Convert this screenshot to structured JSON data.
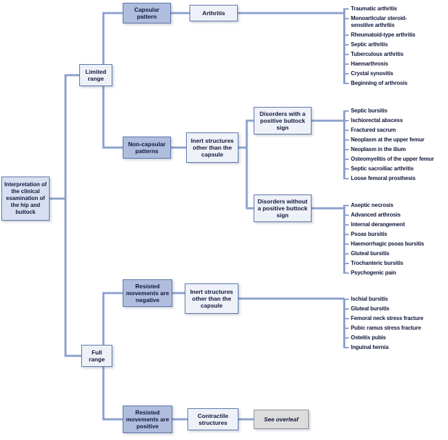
{
  "diagram": {
    "root": "Interpretation of the clinical examination of the hip and buttock",
    "level1": {
      "limited_range": "Limited range",
      "full_range": "Full range"
    },
    "level2": {
      "capsular_pattern": "Capsular pattern",
      "non_capsular_patterns": "Non-capsular patterns",
      "resisted_negative": "Resisted movements are negative",
      "resisted_positive": "Resisted movements are positive"
    },
    "level3": {
      "arthritis": "Arthritis",
      "inert_structures_limited": "Inert structures other than the capsule",
      "inert_structures_full": "Inert structures other than the capsule",
      "contractile_structures": "Contractile structures"
    },
    "level4": {
      "disorders_with_buttock_sign": "Disorders with a positive buttock sign",
      "disorders_without_buttock_sign": "Disorders without a positive buttock sign",
      "see_overleaf": "See overleaf"
    },
    "lists": {
      "arthritis_types": [
        "Traumatic arthritis",
        "Monoarticular steroid-sensitive arthritis",
        "Rheumatoid-type arthritis",
        "Septic arthritis",
        "Tuberculous arthritis",
        "Haemarthrosis",
        "Crystal synovitis",
        "Beginning of arthrosis"
      ],
      "positive_buttock_sign": [
        "Septic bursitis",
        "Ischiorectal abscess",
        "Fractured sacrum",
        "Neoplasm at the upper femur",
        "Neoplasm in the ilium",
        "Osteomyelitis of the upper femur",
        "Septic sacroiliac arthritis",
        "Loose femoral prosthesis"
      ],
      "negative_buttock_sign": [
        "Aseptic necrosis",
        "Advanced arthrosis",
        "Internal derangement",
        "Psoas bursitis",
        "Haemorrhagic psoas bursitis",
        "Gluteal bursitis",
        "Trochanteric bursitis",
        "Psychogenic pain"
      ],
      "inert_full_range": [
        "Ischial bursitis",
        "Gluteal bursitis",
        "Femoral neck stress fracture",
        "Pubic ramus stress fracture",
        "Osteitis pubis",
        "Inguinal hernia"
      ]
    }
  },
  "colors": {
    "connector_line": "#8ba1cd",
    "box_border": "#5a74a8",
    "box_fill_pale": "#eef1f8",
    "box_fill_medium": "#afbdde",
    "box_fill_root": "#d7dff1",
    "box_fill_overleaf": "#dcdcdc",
    "text": "#11173a",
    "background": "#ffffff"
  }
}
